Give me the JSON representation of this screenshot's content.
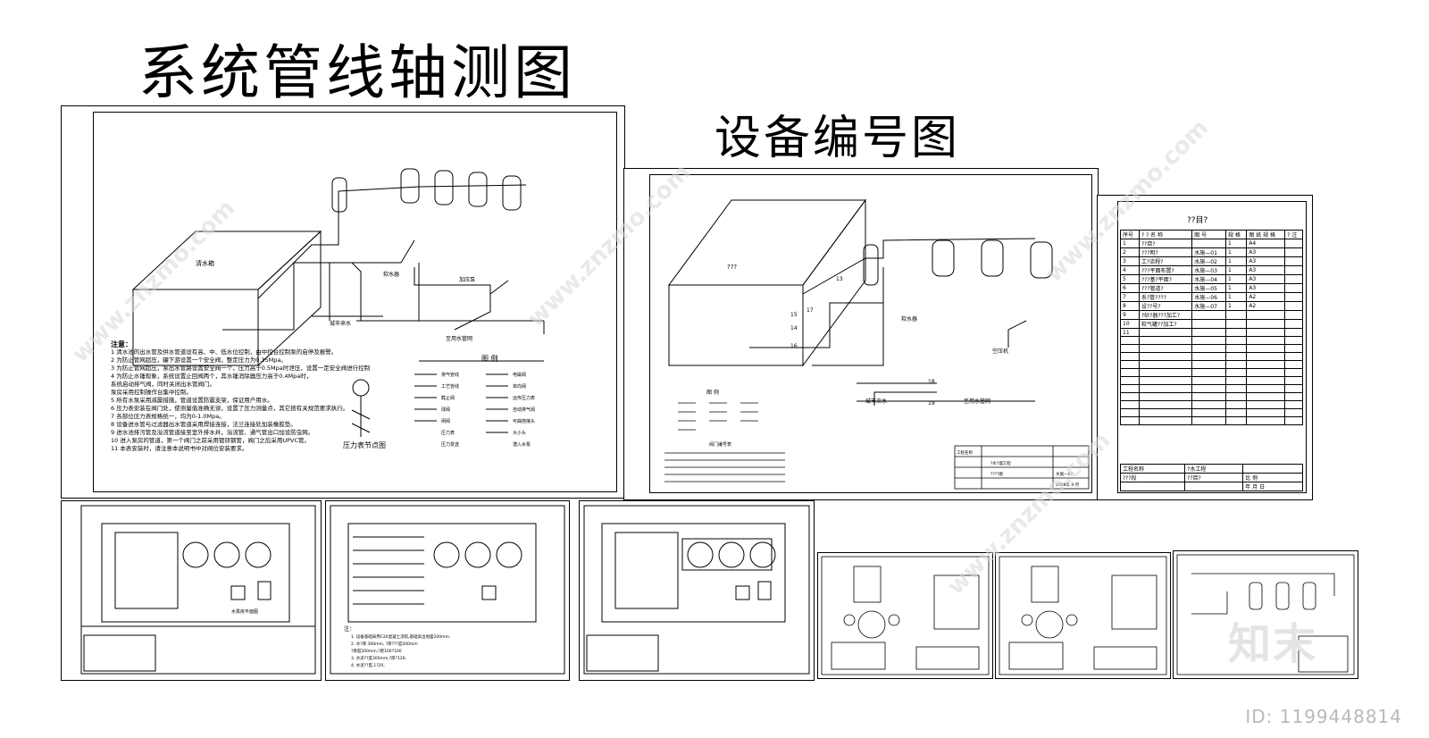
{
  "titles": {
    "main": "系统管线轴测图",
    "equipment": "设备编号图"
  },
  "sheet1": {
    "tank_label": "清水箱",
    "legend_title": "图 例",
    "pressure_caption": "压力表节点图",
    "labels": {
      "supply_in": "城市来水",
      "to_outlet": "至用水管网",
      "booster": "加压泵",
      "softener": "软水器"
    },
    "legend_items": [
      "排气管线",
      "工艺管线",
      "截止阀",
      "球阀",
      "闸阀",
      "压力表",
      "压力变送",
      "电磁阀",
      "单向阀",
      "远传压力表",
      "自动排气阀",
      "可曲挠接头",
      "大小头",
      "潜入水泵"
    ],
    "notes_title": "注意：",
    "notes": [
      "1  清水池的出水管及供水管道设有高、中、低水位控制，由中控台控制泵的启停及报警。",
      "2  为防止管网超压，罐下游设置一个安全阀，整定压力为0.35Mpa。",
      "3  为防止管网超压，泵出水管路设置安全阀一个，压力高于0.5Mpa时泄压，设置一定安全阀进行控制。",
      "4  为防止水锤现象，系统设置止回阀两个，其水锤消除器压力高于0.4Mpa时，",
      "    系统启动排气阀，同时关闭出水管阀门。",
      "    泵房采用控制操作台集中控制。",
      "5  所有水泵采用减震措施，管道设置防震支架，保证用户用水。",
      "6  压力表安装在阀门处，使测量值准确无误，设置了压力测量点，其它按有关规范要求执行。",
      "7  各部位压力表规格统一，均为0-1.0Mpa。",
      "8  设备进水管与过滤器出水管道采用焊接连接，法兰连接处加装橡胶垫。",
      "9  进水池排污管及溢流管道接至室外排水井，溢流管、通气管出口加设防虫网。",
      "10  进入泵房的管道，第一个阀门之前采用镀锌钢管，阀门之后采用UPVC管。",
      "11  本表安装时，请注意本说明书中对阀位安装要求。"
    ]
  },
  "sheet2": {
    "tank_label": "???",
    "labels": {
      "supply_in": "城市来水",
      "to_outlet": "至用水管网",
      "softener": "软水器",
      "air": "空压机"
    },
    "numbers": [
      "13",
      "14",
      "15",
      "16",
      "17",
      "18",
      "19"
    ],
    "legend_title": "图 例",
    "table_title": "阀门编号表",
    "title_block": {
      "company": "工程名称",
      "project": "?水?理工程",
      "drawing": "????图",
      "drawing_no": "水施—07",
      "date": "2008年 9 月"
    }
  },
  "sheet3": {
    "header": "??目?",
    "cols": [
      "序号",
      "? ? 名 称",
      "图 号",
      "规 格",
      "图 纸 规 格",
      "? 注"
    ],
    "rows": [
      {
        "n": "1",
        "name": "??目?",
        "no": "",
        "q": "1",
        "size": "A4"
      },
      {
        "n": "2",
        "name": "???明?",
        "no": "水施—01",
        "q": "1",
        "size": "A3"
      },
      {
        "n": "3",
        "name": "工?流程?",
        "no": "水施—02",
        "q": "1",
        "size": "A3"
      },
      {
        "n": "4",
        "name": "???平面布置?",
        "no": "水施—03",
        "q": "1",
        "size": "A3"
      },
      {
        "n": "5",
        "name": "???基?平面?",
        "no": "水施—04",
        "q": "1",
        "size": "A3"
      },
      {
        "n": "6",
        "name": "???管道?",
        "no": "水施—05",
        "q": "1",
        "size": "A3"
      },
      {
        "n": "7",
        "name": "系?管????",
        "no": "水施—06",
        "q": "1",
        "size": "A2"
      },
      {
        "n": "8",
        "name": "设??号?",
        "no": "水施—07",
        "q": "1",
        "size": "A2"
      },
      {
        "n": "9",
        "name": "?砂?器???加工?",
        "no": "",
        "q": "",
        "size": ""
      },
      {
        "n": "10",
        "name": "软气罐??加工?",
        "no": "",
        "q": "",
        "size": ""
      },
      {
        "n": "11",
        "name": "",
        "no": "",
        "q": "",
        "size": ""
      }
    ],
    "footer": {
      "company": "工程名称",
      "project": "?水工程",
      "drawing": "??目?",
      "scale": "比 例",
      "date": "年  月  日",
      "sign": "???段"
    }
  },
  "bottom_sheets": {
    "plan_label": "水泵房平面图",
    "notes_title": "注：",
    "notes": [
      "1. 设备基础采用C20混凝土浇筑,基础高出地面200mm.",
      "2. 水?厚.300mm, ?厚???度200mm",
      "?厚度200mm,?距100?100",
      "3. 水泥??度300mm,?厚?120,",
      "4. 水泥??度,1?20,"
    ]
  },
  "watermark_text": "www.znzmo.com",
  "id_text": "ID: 1199448814",
  "logo_text": "知末"
}
